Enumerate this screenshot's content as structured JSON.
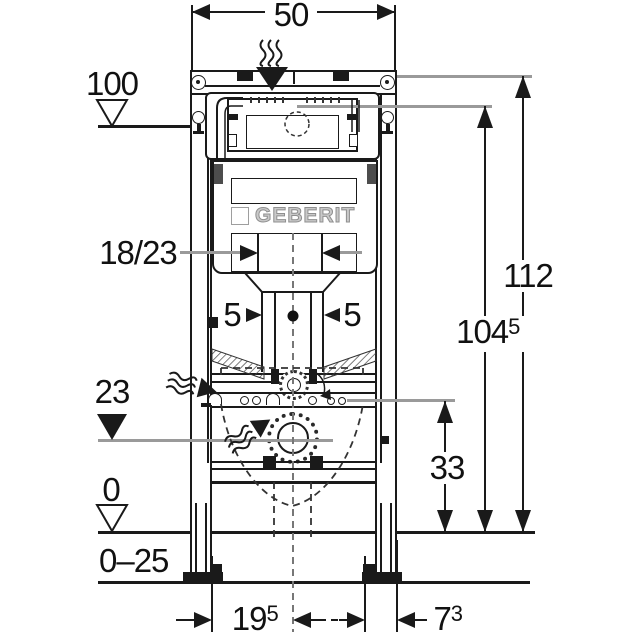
{
  "drawing": {
    "title_brand": "GEBERIT",
    "colors": {
      "line": "#1a1a1a",
      "leader": "#9a9a9a",
      "logo_outline": "#8f8f8f",
      "background": "#ffffff"
    },
    "labels": {
      "top_width": "50",
      "meter_mark": "100",
      "depth_options": "18/23",
      "offset_left": "5",
      "offset_right": "5",
      "outlet_height": "23",
      "floor_zero": "0",
      "floor_range": "0–25",
      "total_height": "112",
      "actuation_height_main": "104",
      "actuation_height_sup": "5",
      "support_height": "33",
      "foot_offset_main": "19",
      "foot_offset_sup": "5",
      "foot_width_main": "7",
      "foot_width_sup": "3"
    },
    "icons": {
      "water_supply": "wavy-flow-down-arrow",
      "flush_inlet": "wavy-flow-right-arrow",
      "outlet_flow": "wavy-flow-upright-arrow",
      "meter_level": "open-triangle-marker",
      "outlet_level": "filled-triangle-marker",
      "floor_level": "open-triangle-marker"
    }
  }
}
